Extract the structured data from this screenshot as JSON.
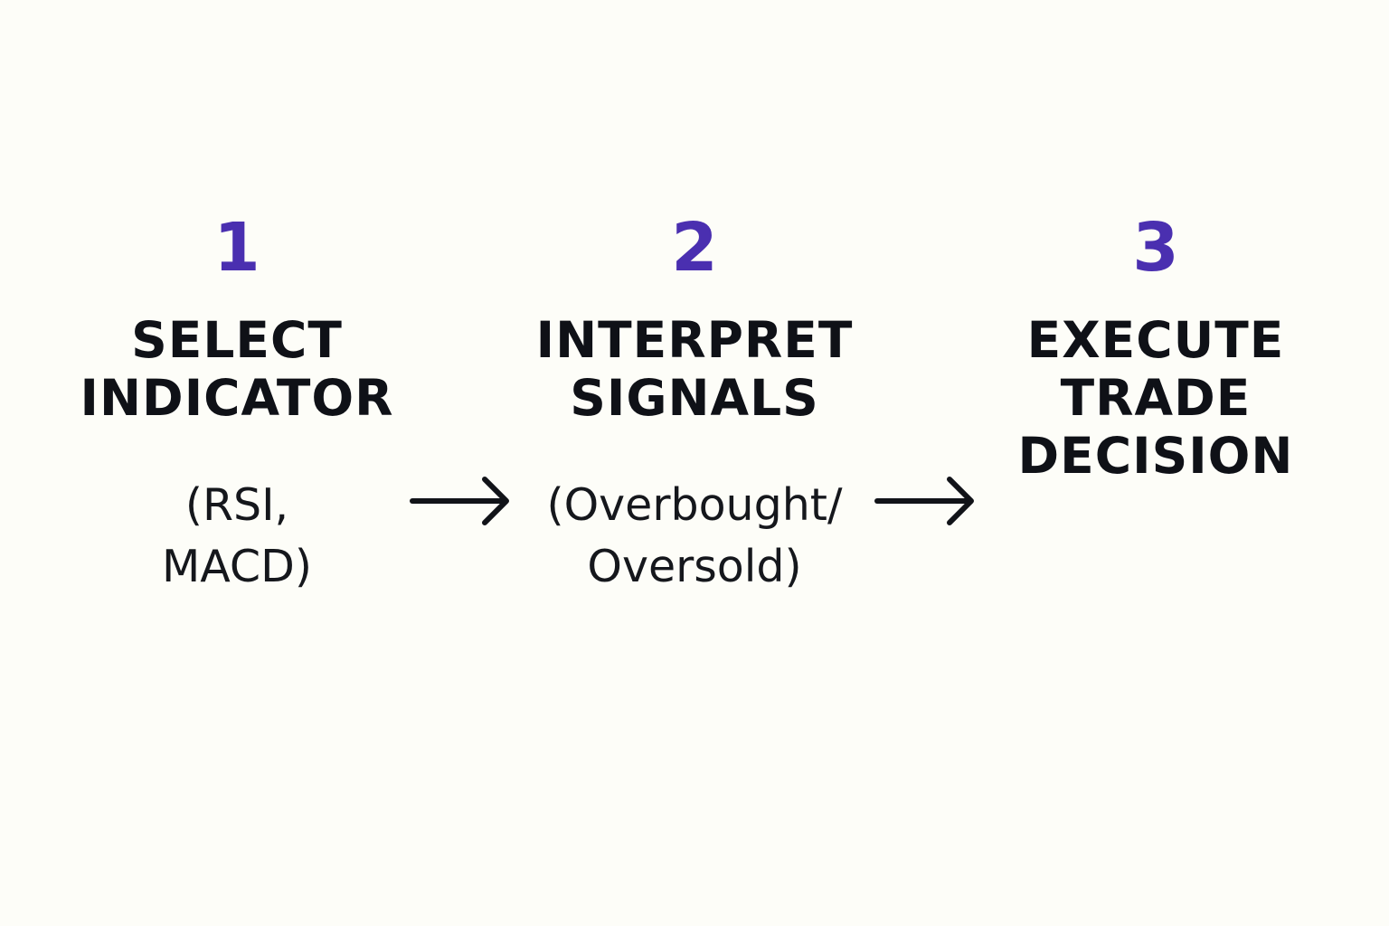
{
  "accent_color": "#4a2fb0",
  "text_color": "#0f1117",
  "steps": [
    {
      "number": "1",
      "title_lines": [
        "SELECT",
        "INDICATOR"
      ],
      "desc_lines": [
        "(RSI,",
        "MACD)"
      ]
    },
    {
      "number": "2",
      "title_lines": [
        "INTERPRET",
        "SIGNALS"
      ],
      "desc_lines": [
        "(Overbought/",
        "Oversold)"
      ]
    },
    {
      "number": "3",
      "title_lines": [
        "EXECUTE",
        "TRADE",
        "DECISION"
      ],
      "desc_lines": []
    }
  ],
  "connectors": [
    {
      "icon": "arrow-right-icon"
    },
    {
      "icon": "arrow-right-icon"
    }
  ]
}
